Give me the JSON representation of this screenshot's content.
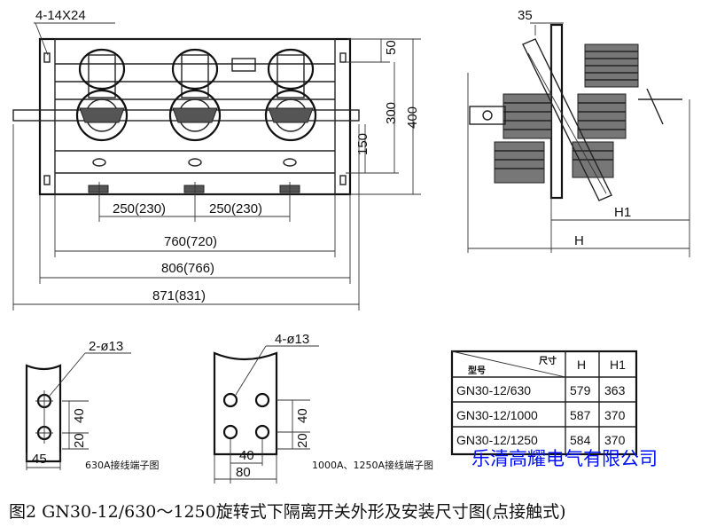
{
  "front_view": {
    "hole_label": "4-14X24",
    "dim_50": "50",
    "dim_300": "300",
    "dim_400": "400",
    "dim_150": "150",
    "dim_250a": "250(230)",
    "dim_250b": "250(230)",
    "dim_760": "760(720)",
    "dim_806": "806(766)",
    "dim_871": "871(831)"
  },
  "side_view": {
    "dim_35": "35",
    "dim_h1": "H1",
    "dim_h": "H"
  },
  "terminal_630": {
    "hole_label": "2-ø13",
    "dim_40": "40",
    "dim_20": "20",
    "dim_45": "45",
    "caption": "630A接线端子图"
  },
  "terminal_1000": {
    "hole_label": "4-ø13",
    "dim_40v": "40",
    "dim_20v": "20",
    "dim_40h": "40",
    "dim_80": "80",
    "caption": "1000A、1250A接线端子图"
  },
  "size_table": {
    "header_model": "型号",
    "header_size": "尺寸",
    "columns": [
      "H",
      "H1"
    ],
    "rows": [
      {
        "model": "GN30-12/630",
        "h": "579",
        "h1": "363"
      },
      {
        "model": "GN30-12/1000",
        "h": "587",
        "h1": "370"
      },
      {
        "model": "GN30-12/1250",
        "h": "584",
        "h1": "370"
      }
    ]
  },
  "watermark": "乐清高耀电气有限公司",
  "figure_caption": "图2  GN30-12/630～1250旋转式下隔离开关外形及安装尺寸图(点接触式)",
  "colors": {
    "ink": "#111111",
    "watermark": "#0010ff"
  }
}
